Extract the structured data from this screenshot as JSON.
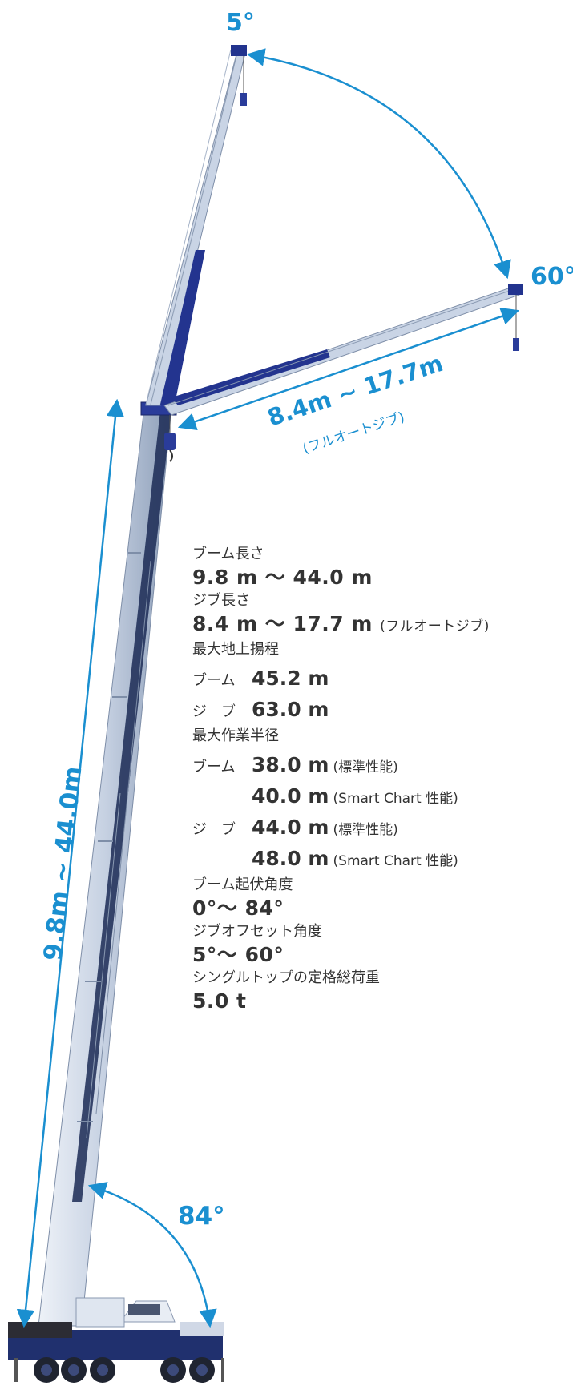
{
  "diagram": {
    "jib_angle_min": "5°",
    "jib_angle_max": "60°",
    "jib_length": "8.4m ~ 17.7m",
    "jib_type": "(フルオートジブ)",
    "boom_length": "9.8m ~ 44.0m",
    "boom_angle_max": "84°"
  },
  "specs": {
    "boom_length_label": "ブーム長さ",
    "boom_length_value": "9.8 m ～ 44.0 m",
    "jib_length_label": "ジブ長さ",
    "jib_length_value": "8.4 m ～ 17.7 m",
    "jib_length_note": "(フルオートジブ)",
    "max_height_label": "最大地上揚程",
    "max_height_boom_prefix": "ブーム",
    "max_height_boom_value": "45.2 m",
    "max_height_jib_prefix": "ジ　ブ",
    "max_height_jib_value": "63.0 m",
    "max_radius_label": "最大作業半径",
    "max_radius_boom_prefix": "ブーム",
    "max_radius_boom_std_value": "38.0 m",
    "max_radius_boom_std_note": "(標準性能)",
    "max_radius_boom_smart_value": "40.0 m",
    "max_radius_boom_smart_note": "(Smart Chart 性能)",
    "max_radius_jib_prefix": "ジ　ブ",
    "max_radius_jib_std_value": "44.0 m",
    "max_radius_jib_std_note": "(標準性能)",
    "max_radius_jib_smart_value": "48.0 m",
    "max_radius_jib_smart_note": "(Smart Chart 性能)",
    "boom_angle_label": "ブーム起伏角度",
    "boom_angle_value": "0°～ 84°",
    "jib_offset_label": "ジブオフセット角度",
    "jib_offset_value": "5°～ 60°",
    "single_top_label": "シングルトップの定格総荷重",
    "single_top_value": "5.0 t"
  },
  "colors": {
    "accent": "#1a8fd0",
    "boom_dark": "#1e2f8c",
    "boom_light": "#c7d3e4",
    "text": "#333333"
  }
}
